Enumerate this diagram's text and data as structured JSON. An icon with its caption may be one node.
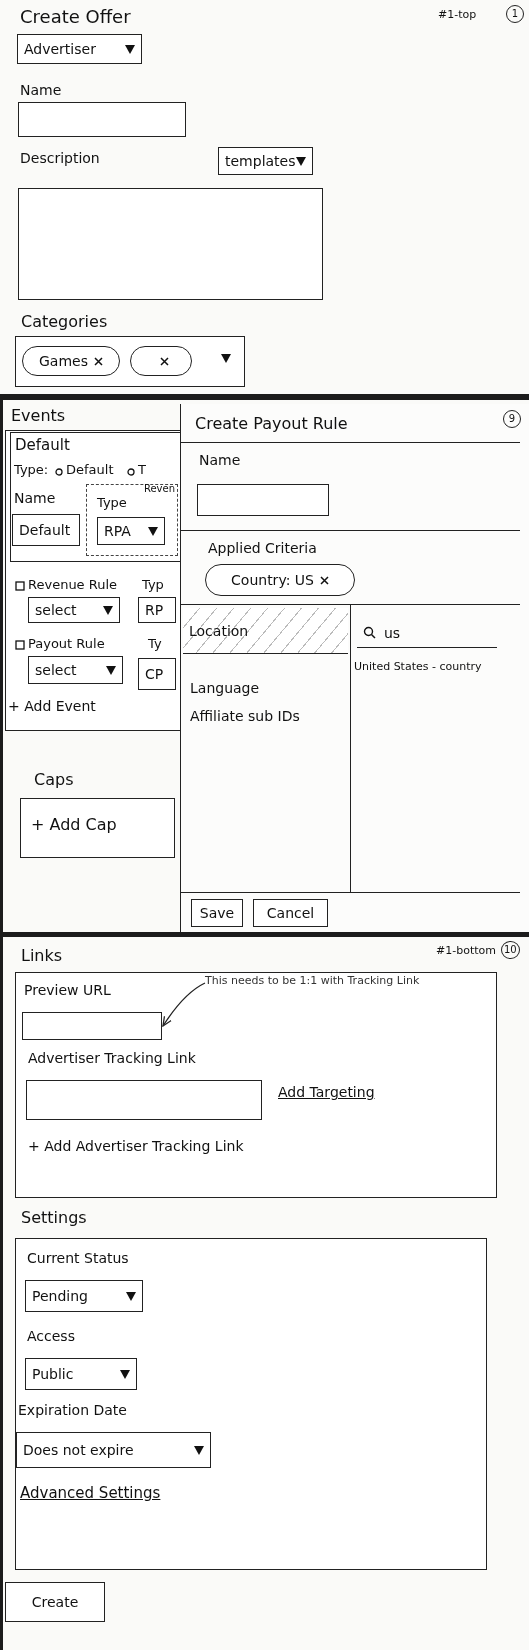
{
  "diagram": {
    "nodes": [
      {
        "text": [
          "Advertiser"
        ]
      },
      {
        "text": [
          "Name"
        ]
      },
      {
        "text": [
          "Description"
        ]
      },
      {
        "text": [
          "templates"
        ]
      },
      {
        "text": [
          "Categories"
        ]
      },
      {
        "text": [
          "Games"
        ],
        "in": 4
      },
      {
        "text": [],
        "shape": "ellipse",
        "in": 4
      },
      {
        "text": [
          "Events"
        ]
      },
      {
        "text": [
          "Default"
        ],
        "in": 7
      },
      {
        "text": [
          "Name",
          "Default"
        ],
        "in": 8
      },
      {
        "text": [
          "Reven",
          "Type"
        ],
        "in": 8
      },
      {
        "text": [
          "RPA"
        ],
        "in": 10
      },
      {
        "text": [
          "select"
        ],
        "in": 7
      },
      {
        "text": [
          "RP"
        ],
        "in": 7
      },
      {
        "text": [
          "select"
        ],
        "in": 7
      },
      {
        "text": [
          "CP"
        ],
        "in": 7
      },
      {
        "text": [
          "Caps",
          "+ Add Cap"
        ]
      },
      {
        "text": [
          "Create Payout Rule"
        ]
      },
      {
        "text": [
          "Name"
        ],
        "in": 17
      },
      {
        "text": [
          "Country: US"
        ],
        "in": 17
      },
      {
        "text": [],
        "shape": "box",
        "in": 17
      },
      {
        "text": [
          "Location"
        ],
        "in": 20
      },
      {
        "text": [],
        "shape": "box",
        "in": 17
      },
      {
        "text": [
          "us"
        ],
        "in": 22
      },
      {
        "text": [
          "Save"
        ],
        "in": 17
      },
      {
        "text": [
          "Cancel"
        ],
        "in": 17
      },
      {
        "text": [
          "Links"
        ]
      },
      {
        "text": [
          "Preview URL"
        ],
        "in": 26
      },
      {
        "text": [
          "This needs to be 1:1 with Tracking Link"
        ],
        "in": 26
      },
      {
        "text": [
          "Advertiser Tracking Link"
        ],
        "in": 26
      },
      {
        "text": [
          "Settings"
        ]
      },
      {
        "text": [
          "Current Status",
          "Pending"
        ],
        "in": 30
      },
      {
        "text": [
          "Access",
          "Public"
        ],
        "in": 30
      },
      {
        "text": [
          "Expiration Date",
          "Does not expire"
        ],
        "in": 30
      },
      {
        "text": [
          "Create"
        ]
      }
    ],
    "edges": [
      {
        "from": 28,
        "to": 27,
        "arrow": "to"
      }
    ],
    "labels": [
      "Create Offer",
      "#1-top",
      "1",
      "9",
      "Type:",
      "Default",
      "T",
      "Revenue Rule",
      "Typ",
      "Payout Rule",
      "Ty",
      "+ Add Event",
      "Applied Criteria",
      "Language",
      "Affiliate sub IDs",
      "United States - country",
      "#1-bottom",
      "10",
      "Add Targeting",
      "+ Add Advertiser Tracking Link",
      "Advanced Settings"
    ]
  }
}
